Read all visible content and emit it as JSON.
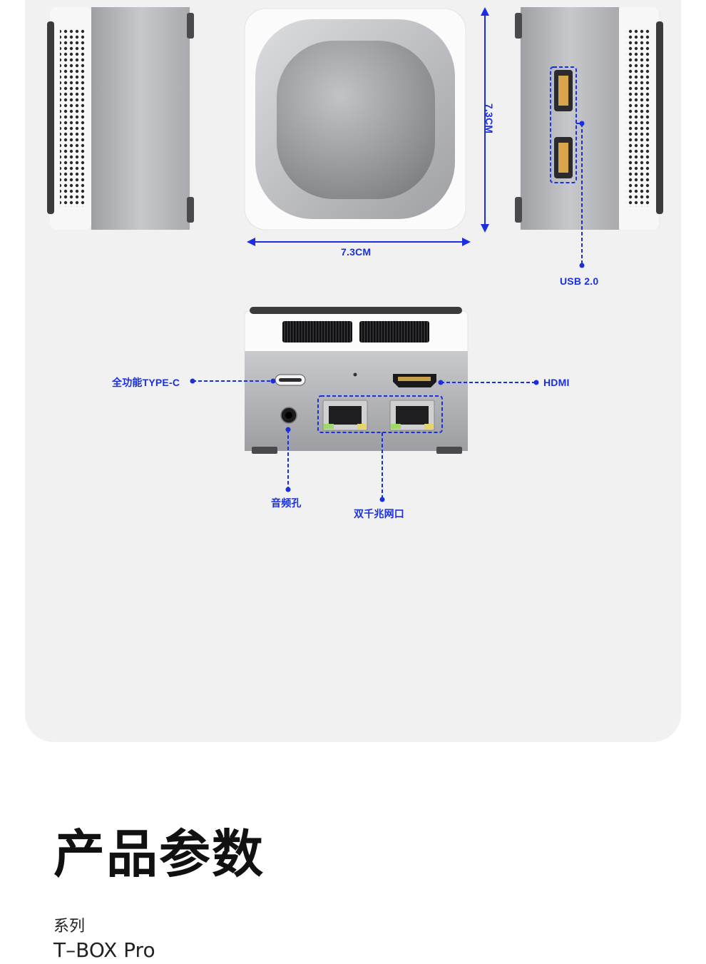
{
  "colors": {
    "accent": "#1a2fe0",
    "panel_bg": "#f1f1f1",
    "device_silver": "#b4b5b9",
    "device_white": "#fafafa"
  },
  "dimensions": {
    "width_label": "7.3CM",
    "height_label": "7.3CM"
  },
  "ports": {
    "usb": "USB 2.0",
    "type_c": "全功能TYPE-C",
    "hdmi": "HDMI",
    "audio": "音频孔",
    "ethernet": "双千兆网口"
  },
  "specs": {
    "title": "产品参数",
    "series_label": "系列",
    "series_value": "T–BOX Pro"
  }
}
